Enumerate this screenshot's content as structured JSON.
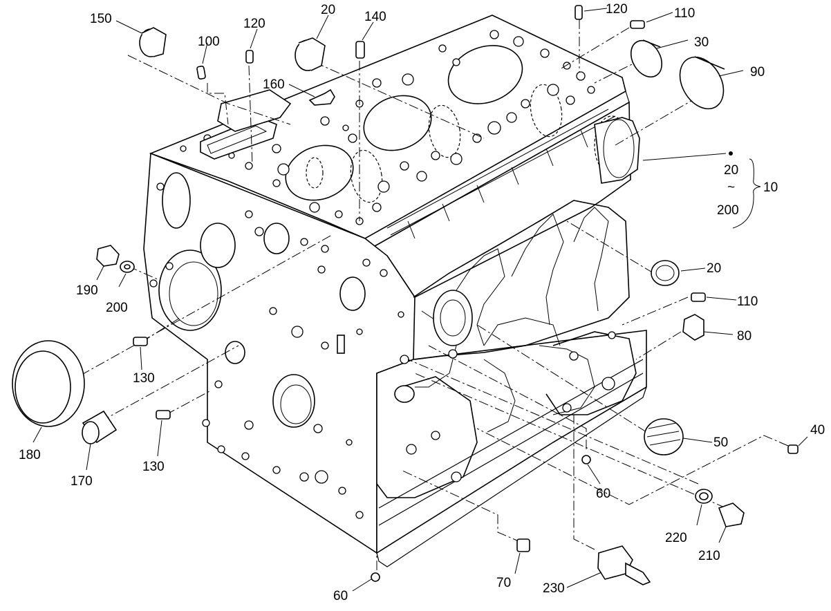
{
  "callouts": {
    "c150": "150",
    "c100": "100",
    "c120a": "120",
    "c20a": "20",
    "c140": "140",
    "c120b": "120",
    "c110a": "110",
    "c30": "30",
    "c90": "90",
    "c160": "160",
    "c10": "10",
    "c10_from": "20",
    "c10_tilde": "~",
    "c10_to": "200",
    "c190": "190",
    "c200": "200",
    "c20b": "20",
    "c110b": "110",
    "c80": "80",
    "c130a": "130",
    "c180": "180",
    "c170": "170",
    "c130b": "130",
    "c50": "50",
    "c40": "40",
    "c60a": "60",
    "c220": "220",
    "c210": "210",
    "c70": "70",
    "c230": "230",
    "c60b": "60"
  }
}
